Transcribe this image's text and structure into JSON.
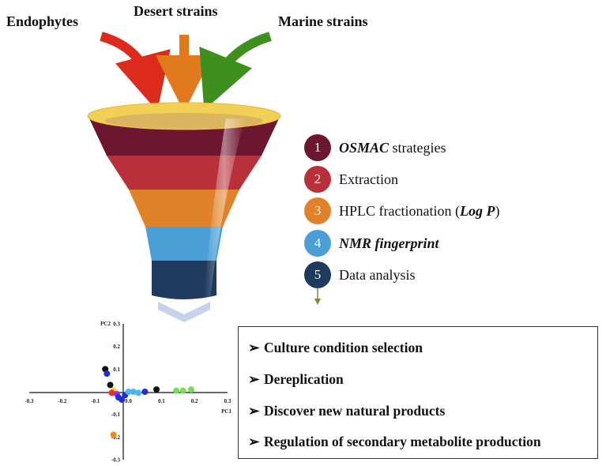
{
  "sources": [
    {
      "label": "Endophytes",
      "color": "#dc2b1c"
    },
    {
      "label": "Desert strains",
      "color": "#e07a1c"
    },
    {
      "label": "Marine strains",
      "color": "#3e8f1e"
    }
  ],
  "steps": [
    {
      "number": "1",
      "pre": "",
      "emph": "OSMAC",
      "post": " strategies",
      "color": "#6d1630"
    },
    {
      "number": "2",
      "pre": "Extraction",
      "emph": "",
      "post": "",
      "color": "#b8303a"
    },
    {
      "number": "3",
      "pre": "HPLC fractionation (",
      "emph": "Log P",
      "post": ")",
      "color": "#e0822a"
    },
    {
      "number": "4",
      "pre": "",
      "emph": "NMR fingerprint",
      "post": "",
      "color": "#4b9fd6"
    },
    {
      "number": "5",
      "pre": "Data analysis",
      "emph": "",
      "post": "",
      "color": "#1e3a5f"
    }
  ],
  "outcomes": [
    "Culture condition selection",
    "Dereplication",
    "Discover new natural products",
    "Regulation of secondary metabolite production"
  ],
  "chart_data": {
    "type": "scatter",
    "xlabel": "PC1",
    "ylabel": "PC2",
    "xlim": [
      -0.3,
      0.3
    ],
    "ylim": [
      -0.3,
      0.3
    ],
    "x_ticks": [
      "-0.3",
      "-0.2",
      "-0.1",
      "0.0",
      "0.1",
      "0.2",
      "0.3"
    ],
    "y_ticks": [
      "0.3",
      "0.2",
      "0.1",
      "-0.1",
      "-0.2",
      "-0.3"
    ],
    "points": [
      {
        "x": -0.07,
        "y": 0.1,
        "color": "#111111"
      },
      {
        "x": -0.065,
        "y": 0.08,
        "color": "#1f2fd0"
      },
      {
        "x": -0.055,
        "y": 0.03,
        "color": "#111111"
      },
      {
        "x": -0.045,
        "y": 0.005,
        "color": "#f2d230"
      },
      {
        "x": -0.05,
        "y": -0.005,
        "color": "#e0332a"
      },
      {
        "x": -0.035,
        "y": -0.01,
        "color": "#9a2fd0"
      },
      {
        "x": -0.03,
        "y": -0.025,
        "color": "#1f2fd0"
      },
      {
        "x": -0.02,
        "y": -0.035,
        "color": "#1f2fd0"
      },
      {
        "x": -0.01,
        "y": -0.015,
        "color": "#1f2fd0"
      },
      {
        "x": 0.0,
        "y": 0.0,
        "color": "#4fb3f0"
      },
      {
        "x": 0.015,
        "y": 0.0,
        "color": "#4fb3f0"
      },
      {
        "x": 0.03,
        "y": -0.005,
        "color": "#4fb3f0"
      },
      {
        "x": 0.05,
        "y": 0.0,
        "color": "#1f2fd0"
      },
      {
        "x": 0.085,
        "y": 0.01,
        "color": "#111111"
      },
      {
        "x": 0.145,
        "y": 0.005,
        "color": "#7ed957"
      },
      {
        "x": 0.165,
        "y": 0.005,
        "color": "#7ed957"
      },
      {
        "x": 0.19,
        "y": 0.01,
        "color": "#7ed957"
      },
      {
        "x": -0.045,
        "y": -0.19,
        "color": "#f08a1c"
      }
    ]
  }
}
